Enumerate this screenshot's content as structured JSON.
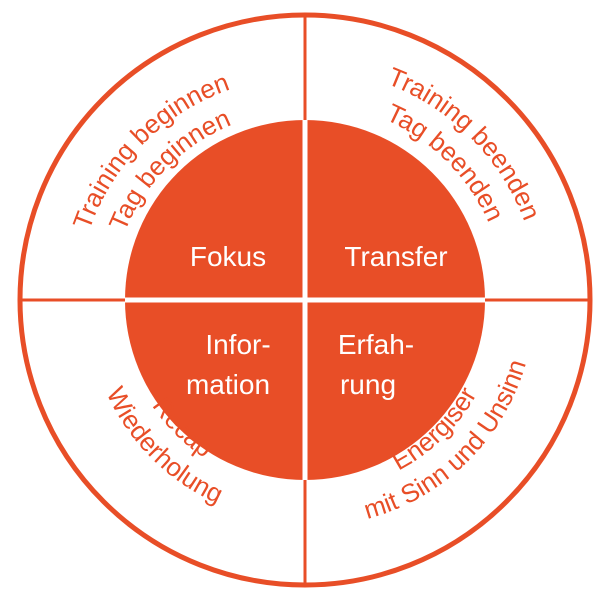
{
  "colors": {
    "accent": "#e84e27",
    "background": "#ffffff",
    "inner_text": "#ffffff"
  },
  "inner": {
    "top_left": [
      "Fokus"
    ],
    "top_right": [
      "Transfer"
    ],
    "bottom_left": [
      "Infor-",
      "mation"
    ],
    "bottom_right": [
      "Erfah-",
      "rung"
    ]
  },
  "outer": {
    "top_left": [
      "Training beginnen",
      "Tag beginnen"
    ],
    "top_right": [
      "Training beenden",
      "Tag beenden"
    ],
    "bottom_left": [
      "Recap",
      "Wiederholung"
    ],
    "bottom_right": [
      "Energiser",
      "mit Sinn und Unsinn"
    ]
  }
}
